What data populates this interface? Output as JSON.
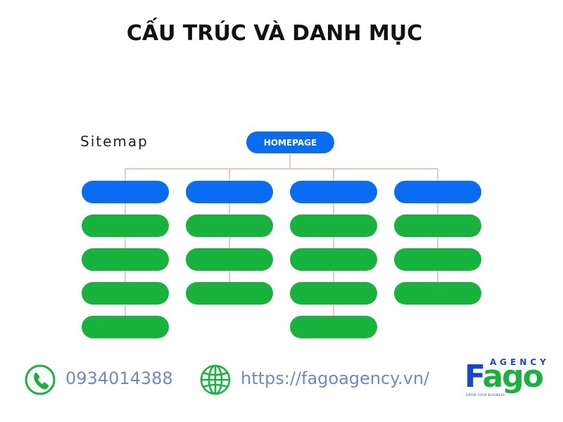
{
  "title": "CẤU TRÚC VÀ DANH MỤC",
  "sitemap_label": "Sitemap",
  "root": {
    "label": "HOMEPAGE",
    "color": "#0a6cf2"
  },
  "columns": [
    {
      "nodes": [
        "blue",
        "green",
        "green",
        "green",
        "green"
      ]
    },
    {
      "nodes": [
        "blue",
        "green",
        "green",
        "green"
      ]
    },
    {
      "nodes": [
        "blue",
        "green",
        "green",
        "green",
        "green"
      ]
    },
    {
      "nodes": [
        "blue",
        "green",
        "green",
        "green"
      ]
    }
  ],
  "colors": {
    "blue": "#0a6cf2",
    "green": "#17b33c",
    "connector": "#e8a090"
  },
  "contact": {
    "phone": "0934014388",
    "phone_icon": "phone-icon",
    "website": "https://fagoagency.vn/",
    "website_icon": "globe-icon"
  },
  "logo": {
    "agency": "AGENCY",
    "brand_first": "F",
    "brand_rest": "ago",
    "tagline": "GROW YOUR BUSINESS"
  }
}
